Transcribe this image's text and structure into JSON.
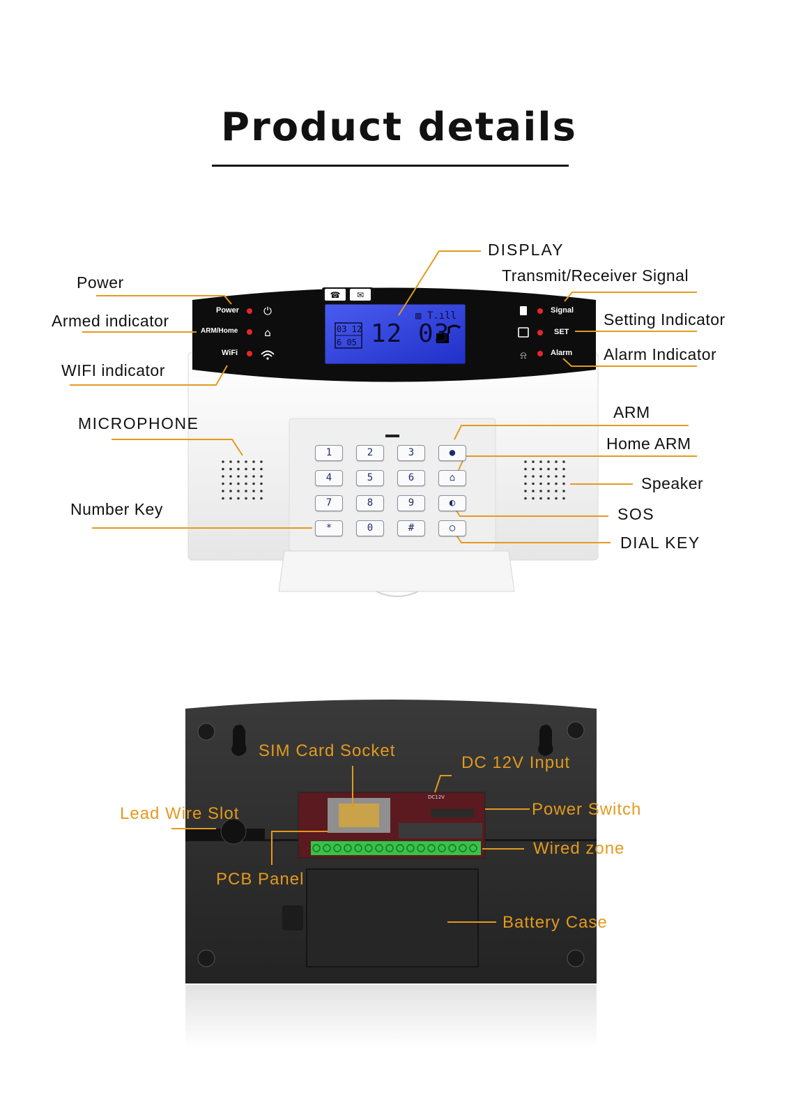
{
  "title": "Product details",
  "front": {
    "panel_labels": {
      "power": "Power",
      "arm_home": "ARM/Home",
      "wifi": "WiFi",
      "signal": "Signal",
      "set": "SET",
      "alarm": "Alarm"
    },
    "lcd": {
      "date_top": "03 12",
      "date_bottom": "6 05",
      "time": "12 03"
    },
    "keypad": [
      "1",
      "2",
      "3",
      "ARM",
      "4",
      "5",
      "6",
      "HOME",
      "7",
      "8",
      "9",
      "SOS",
      "*",
      "0",
      "#",
      "DIAL"
    ],
    "callouts": {
      "power": "Power",
      "armed_indicator": "Armed indicator",
      "wifi_indicator": "WIFI indicator",
      "microphone": "MICROPHONE",
      "number_key": "Number Key",
      "display": "DISPLAY",
      "transmit_receiver": "Transmit/Receiver Signal",
      "setting_indicator": "Setting Indicator",
      "alarm_indicator": "Alarm Indicator",
      "arm": "ARM",
      "home_arm": "Home ARM",
      "speaker": "Speaker",
      "sos": "SOS",
      "dial_key": "DIAL KEY"
    }
  },
  "back": {
    "board_text": "DC12V",
    "callouts": {
      "sim_card_socket": "SIM Card Socket",
      "dc_input": "DC 12V Input",
      "lead_wire_slot": "Lead Wire Slot",
      "power_switch": "Power Switch",
      "wired_zone": "Wired zone",
      "pcb_panel": "PCB Panel",
      "battery_case": "Battery Case"
    }
  },
  "colors": {
    "callout_line": "#e39a1e",
    "led": "#e8262a",
    "lcd": "#3346e0",
    "terminal": "#37c24a"
  }
}
